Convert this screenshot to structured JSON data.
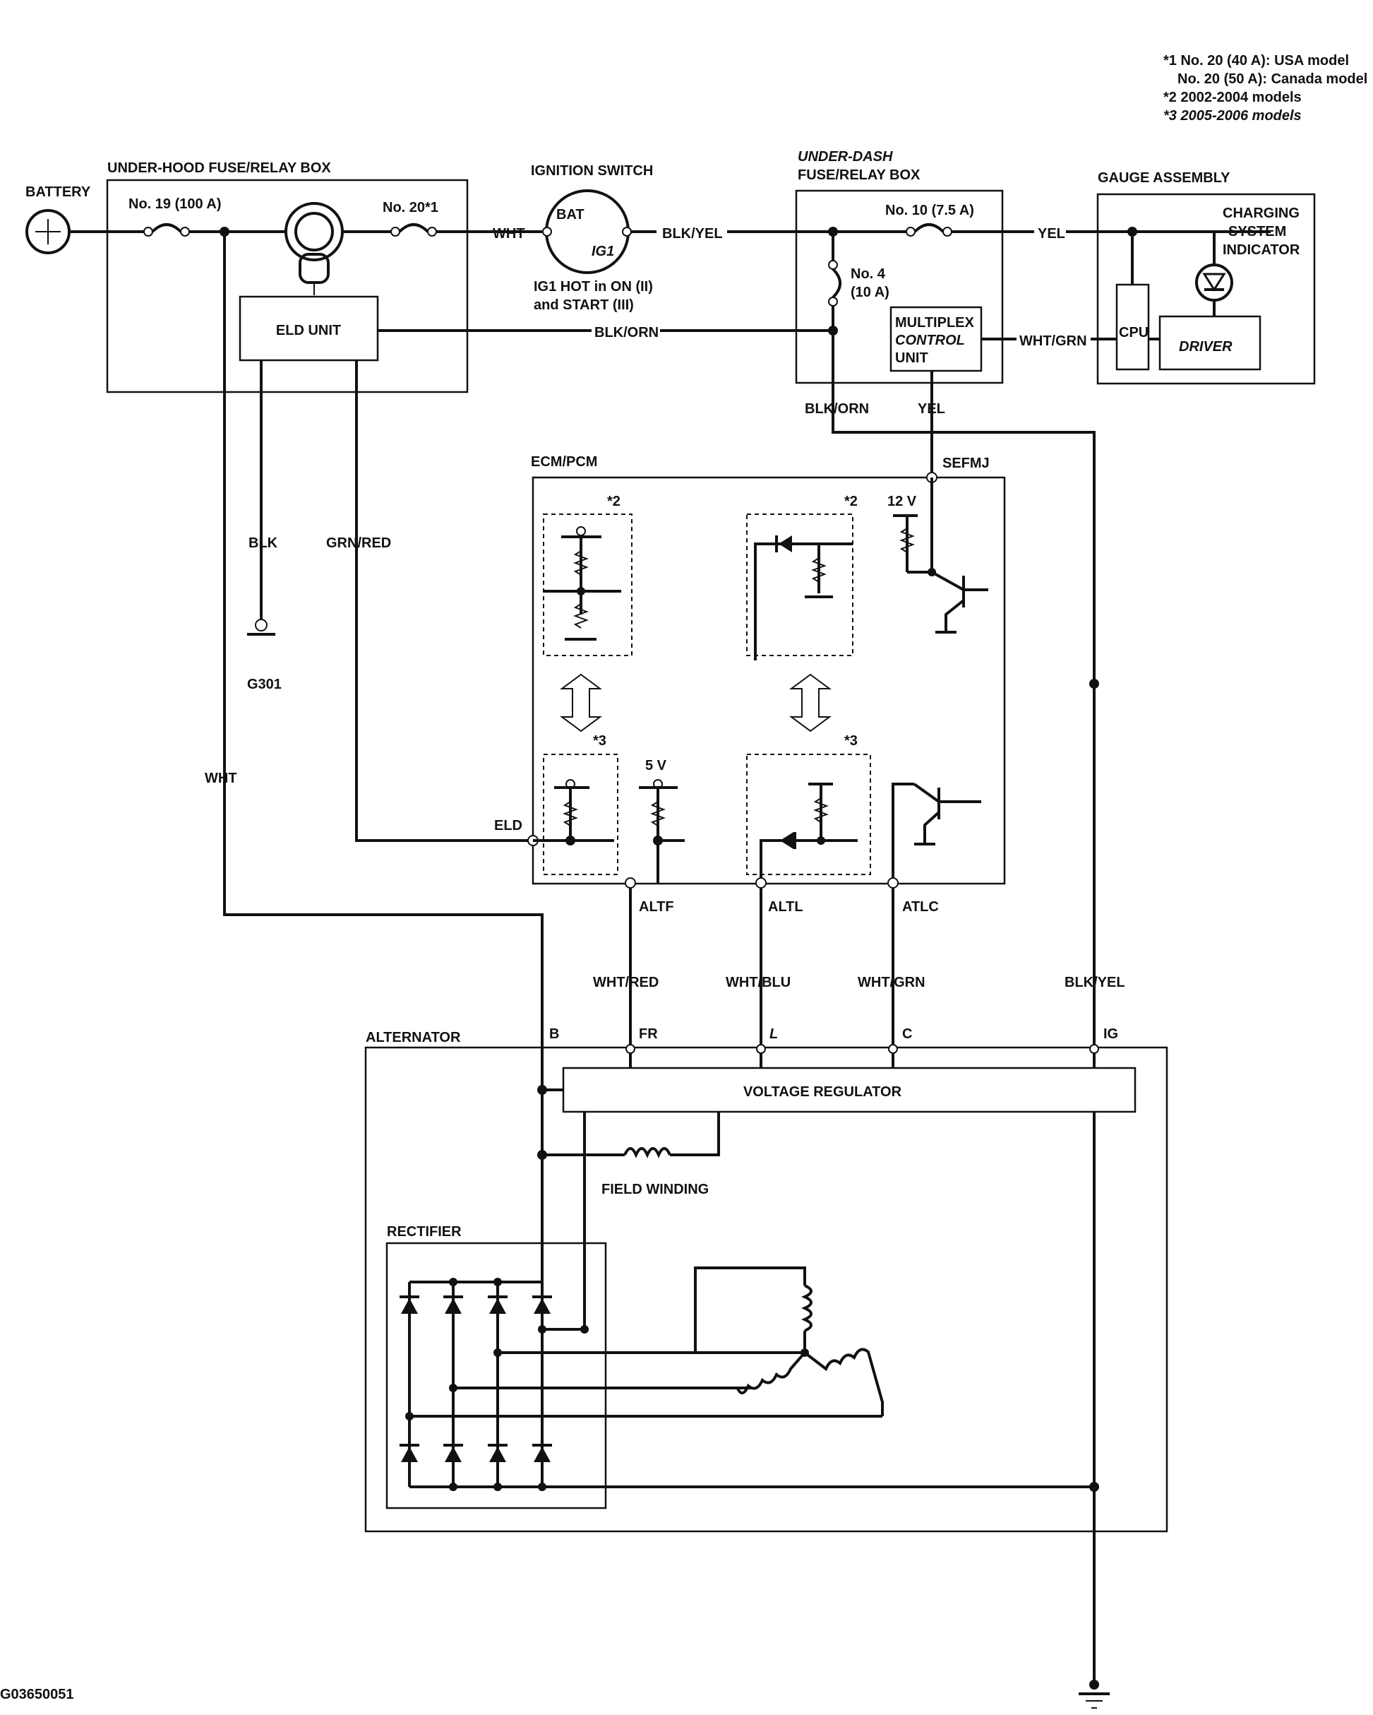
{
  "footnotes": {
    "n1a": "*1 No. 20 (40 A): USA model",
    "n1b": "No. 20 (50 A): Canada model",
    "n2": "*2 2002-2004 models",
    "n3": "*3 2005-2006 models"
  },
  "battery": {
    "label": "BATTERY"
  },
  "underhood": {
    "title": "UNDER-HOOD FUSE/RELAY BOX",
    "fuse19": "No. 19 (100 A)",
    "fuse20": "No. 20*1",
    "eld_unit": "ELD UNIT"
  },
  "ignition": {
    "title": "IGNITION SWITCH",
    "bat": "BAT",
    "ig1": "IG1",
    "note1": "IG1 HOT in ON (II)",
    "note2": "and START (III)"
  },
  "underdash": {
    "title1": "UNDER-DASH",
    "title2": "FUSE/RELAY BOX",
    "fuse10": "No. 10 (7.5 A)",
    "fuse4a": "No. 4",
    "fuse4b": "(10 A)",
    "mcu1": "MULTIPLEX",
    "mcu2": "CONTROL",
    "mcu3": "UNIT"
  },
  "gauge": {
    "title": "GAUGE ASSEMBLY",
    "ind1": "CHARGING",
    "ind2": "SYSTEM",
    "ind3": "INDICATOR",
    "cpu": "CPU",
    "driver": "DRIVER"
  },
  "wires": {
    "wht": "WHT",
    "blk_yel": "BLK/YEL",
    "blk_orn": "BLK/ORN",
    "yel": "YEL",
    "wht_grn": "WHT/GRN",
    "blk": "BLK",
    "grn_red": "GRN/RED",
    "wht_red": "WHT/RED",
    "wht_blu": "WHT/BLU"
  },
  "ground": {
    "g301": "G301"
  },
  "ecm": {
    "title": "ECM/PCM",
    "sefmj": "SEFMJ",
    "v12": "12 V",
    "v5": "5 V",
    "star2": "*2",
    "star3": "*3",
    "eld": "ELD",
    "altf": "ALTF",
    "altl": "ALTL",
    "atlc": "ATLC"
  },
  "alternator": {
    "title": "ALTERNATOR",
    "b": "B",
    "fr": "FR",
    "l": "L",
    "c": "C",
    "ig": "IG",
    "regulator": "VOLTAGE REGULATOR",
    "field": "FIELD WINDING",
    "rectifier": "RECTIFIER"
  },
  "figure_id": "G03650051"
}
